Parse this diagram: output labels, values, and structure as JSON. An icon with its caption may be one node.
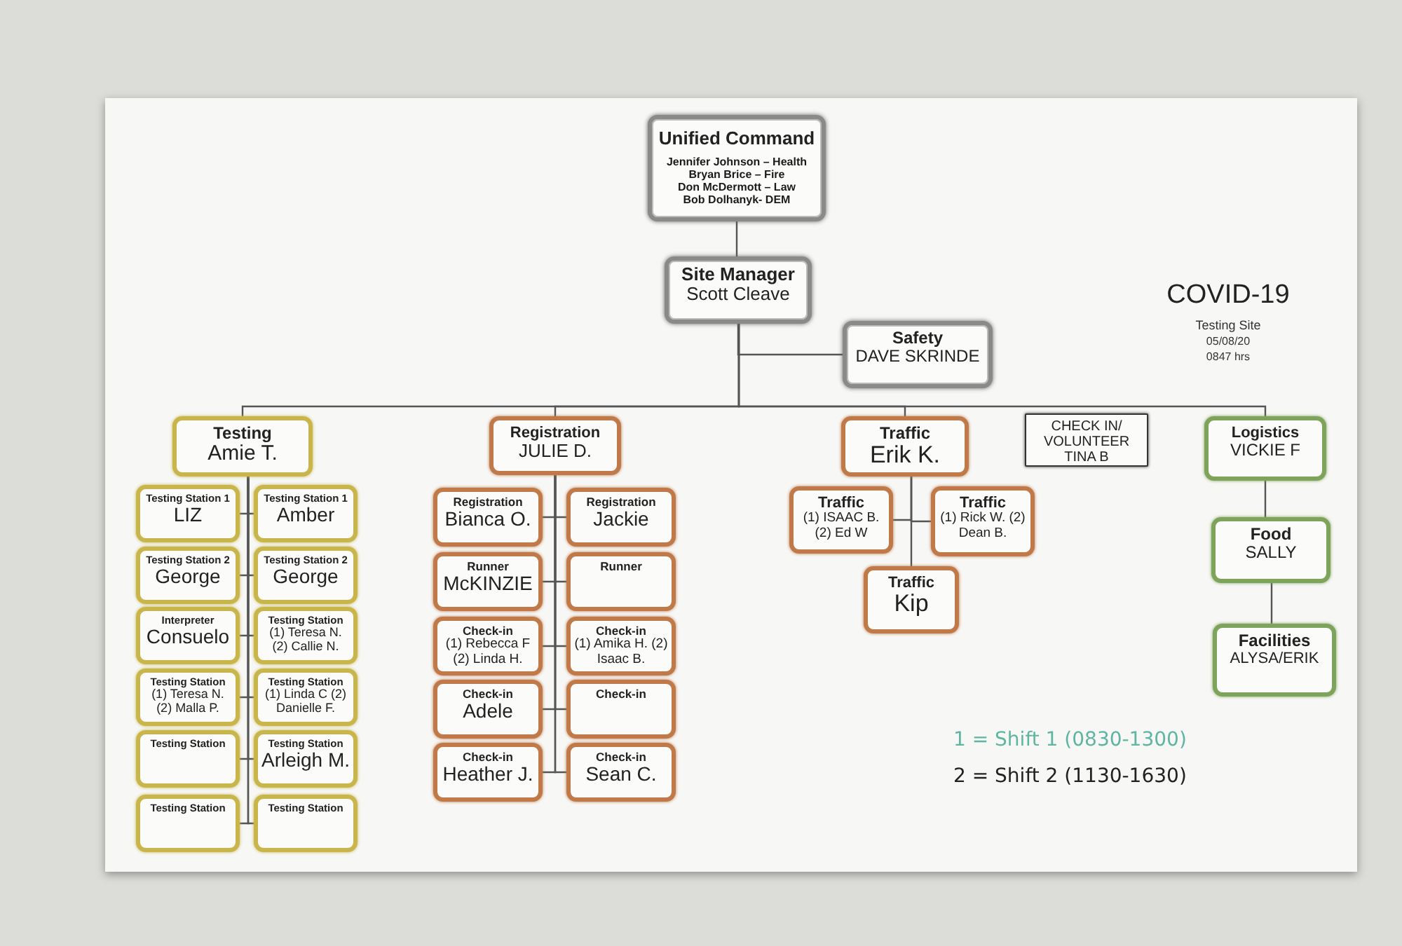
{
  "diagram": {
    "title": "COVID-19",
    "nodes": [
      {
        "text": [
          "Unified Command",
          "Jennifer Johnson – Health",
          "Bryan Brice – Fire",
          "Don McDermott – Law",
          "Bob Dolhanyk- DEM"
        ]
      },
      {
        "text": [
          "Site Manager",
          "Scott Cleave"
        ]
      },
      {
        "text": [
          "Safety",
          "DAVE SKRINDE"
        ]
      },
      {
        "text": [
          "Testing",
          "Amie T."
        ]
      },
      {
        "text": [
          "Registration",
          "JULIE D."
        ]
      },
      {
        "text": [
          "Traffic",
          "Erik K."
        ]
      },
      {
        "text": [
          "CHECK IN/ VOLUNTEER",
          "TINA B"
        ]
      },
      {
        "text": [
          "Logistics",
          "VICKIE F"
        ]
      },
      {
        "text": [
          "Testing Station 1",
          "LIZ"
        ]
      },
      {
        "text": [
          "Testing Station 1",
          "Amber"
        ]
      },
      {
        "text": [
          "Testing Station 2",
          "George"
        ]
      },
      {
        "text": [
          "Testing Station 2",
          "George"
        ]
      },
      {
        "text": [
          "Interpreter",
          "Consuelo"
        ]
      },
      {
        "text": [
          "Testing Station",
          "(1) Teresa N. (2) Callie N."
        ]
      },
      {
        "text": [
          "Testing Station",
          "(1) Teresa N. (2) Malla P."
        ]
      },
      {
        "text": [
          "Testing Station",
          "(1) Linda C (2) Danielle F."
        ]
      },
      {
        "text": [
          "Testing Station"
        ]
      },
      {
        "text": [
          "Testing Station",
          "Arleigh M."
        ]
      },
      {
        "text": [
          "Testing Station"
        ]
      },
      {
        "text": [
          "Testing Station"
        ]
      },
      {
        "text": [
          "Registration",
          "Bianca O."
        ]
      },
      {
        "text": [
          "Registration",
          "Jackie"
        ]
      },
      {
        "text": [
          "Runner",
          "McKINZIE"
        ]
      },
      {
        "text": [
          "Runner"
        ]
      },
      {
        "text": [
          "Check-in",
          "(1) Rebecca F (2) Linda H."
        ]
      },
      {
        "text": [
          "Check-in",
          "(1) Amika H. (2) Isaac B."
        ]
      },
      {
        "text": [
          "Check-in",
          "Adele"
        ]
      },
      {
        "text": [
          "Check-in"
        ]
      },
      {
        "text": [
          "Check-in",
          "Heather J."
        ]
      },
      {
        "text": [
          "Check-in",
          "Sean C."
        ]
      },
      {
        "text": [
          "Traffic",
          "(1) ISAAC B. (2) Ed W"
        ]
      },
      {
        "text": [
          "Traffic",
          "(1) Rick W. (2) Dean B."
        ]
      },
      {
        "text": [
          "Traffic",
          "Kip"
        ]
      },
      {
        "text": [
          "Food",
          "SALLY"
        ]
      },
      {
        "text": [
          "Facilities",
          "ALYSA/ERIK"
        ]
      }
    ],
    "edges": [
      {
        "from": 0,
        "to": 1,
        "arrow": "none"
      },
      {
        "from": 1,
        "to": 2,
        "arrow": "none"
      },
      {
        "from": 1,
        "to": 3,
        "arrow": "none"
      },
      {
        "from": 1,
        "to": 4,
        "arrow": "none"
      },
      {
        "from": 1,
        "to": 5,
        "arrow": "none"
      },
      {
        "from": 1,
        "to": 7,
        "arrow": "none"
      },
      {
        "from": 3,
        "to": 8,
        "arrow": "none"
      },
      {
        "from": 3,
        "to": 9,
        "arrow": "none"
      },
      {
        "from": 3,
        "to": 10,
        "arrow": "none"
      },
      {
        "from": 3,
        "to": 11,
        "arrow": "none"
      },
      {
        "from": 3,
        "to": 12,
        "arrow": "none"
      },
      {
        "from": 3,
        "to": 13,
        "arrow": "none"
      },
      {
        "from": 3,
        "to": 14,
        "arrow": "none"
      },
      {
        "from": 3,
        "to": 15,
        "arrow": "none"
      },
      {
        "from": 3,
        "to": 16,
        "arrow": "none"
      },
      {
        "from": 3,
        "to": 17,
        "arrow": "none"
      },
      {
        "from": 3,
        "to": 18,
        "arrow": "none"
      },
      {
        "from": 3,
        "to": 19,
        "arrow": "none"
      },
      {
        "from": 4,
        "to": 20,
        "arrow": "none"
      },
      {
        "from": 4,
        "to": 21,
        "arrow": "none"
      },
      {
        "from": 4,
        "to": 22,
        "arrow": "none"
      },
      {
        "from": 4,
        "to": 23,
        "arrow": "none"
      },
      {
        "from": 4,
        "to": 24,
        "arrow": "none"
      },
      {
        "from": 4,
        "to": 25,
        "arrow": "none"
      },
      {
        "from": 4,
        "to": 26,
        "arrow": "none"
      },
      {
        "from": 4,
        "to": 27,
        "arrow": "none"
      },
      {
        "from": 4,
        "to": 28,
        "arrow": "none"
      },
      {
        "from": 4,
        "to": 29,
        "arrow": "none"
      },
      {
        "from": 5,
        "to": 30,
        "arrow": "none"
      },
      {
        "from": 5,
        "to": 31,
        "arrow": "none"
      },
      {
        "from": 5,
        "to": 32,
        "arrow": "none"
      },
      {
        "from": 7,
        "to": 33,
        "arrow": "none"
      },
      {
        "from": 33,
        "to": 34,
        "arrow": "none"
      }
    ],
    "labels": [
      "Testing Site",
      "05/08/20",
      "0847 hrs",
      "1 = Shift 1 (0830-1300)",
      "2 = Shift 2 (1130-1630)"
    ]
  }
}
